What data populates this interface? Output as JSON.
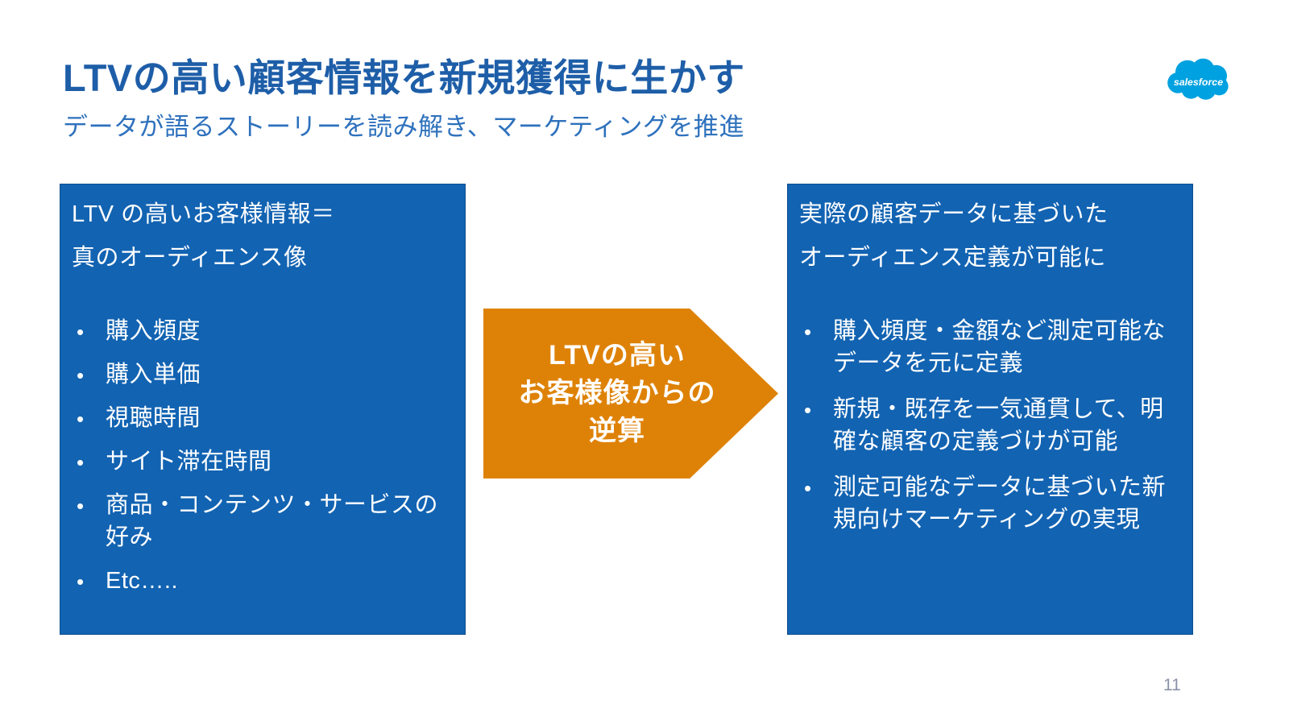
{
  "slide": {
    "title": "LTVの高い顧客情報を新規獲得に生かす",
    "subtitle": "データが語るストーリーを読み解き、マーケティングを推進",
    "page_number": "11"
  },
  "logo": {
    "name": "salesforce",
    "text": "salesforce",
    "cloud_color": "#00A1E0"
  },
  "left_box": {
    "heading_line1": "LTV の高いお客様情報＝",
    "heading_line2": "真のオーディエンス像",
    "bullets": [
      "購入頻度",
      "購入単価",
      "視聴時間",
      "サイト滞在時間",
      "商品・コンテンツ・サービスの好み",
      "Etc….."
    ]
  },
  "arrow": {
    "line1": "LTVの高い",
    "line2": "お客様像からの",
    "line3": "逆算",
    "color": "#DE8207"
  },
  "right_box": {
    "heading_line1": "実際の顧客データに基づいた",
    "heading_line2": "オーディエンス定義が可能に",
    "bullets": [
      "購入頻度・金額など測定可能なデータを元に定義",
      "新規・既存を一気通貫して、明確な顧客の定義づけが可能",
      "測定可能なデータに基づいた新規向けマーケティングの実現"
    ]
  },
  "colors": {
    "box_blue": "#1263B2",
    "arrow_orange": "#DE8207",
    "title_blue": "#1E5EA8",
    "subtitle_blue": "#2E71BD",
    "logo_blue": "#00A1E0",
    "page_number_gray": "#8B93A7"
  }
}
